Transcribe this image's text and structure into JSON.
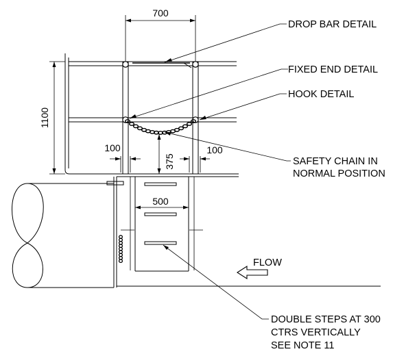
{
  "dimensions": {
    "post_spacing": "700",
    "rail_height": "1100",
    "left_offset": "100",
    "right_offset": "100",
    "chain_sag": "375",
    "ladder_width": "500"
  },
  "callouts": {
    "drop_bar": "DROP BAR DETAIL",
    "fixed_end": "FIXED END DETAIL",
    "hook": "HOOK DETAIL",
    "safety_chain_line1": "SAFETY CHAIN IN",
    "safety_chain_line2": "NORMAL POSITION",
    "steps_line1": "DOUBLE STEPS AT 300",
    "steps_line2": "CTRS VERTICALLY",
    "steps_line3": "SEE NOTE 11",
    "flow": "FLOW"
  },
  "colors": {
    "line": "#000000",
    "background": "#ffffff"
  }
}
